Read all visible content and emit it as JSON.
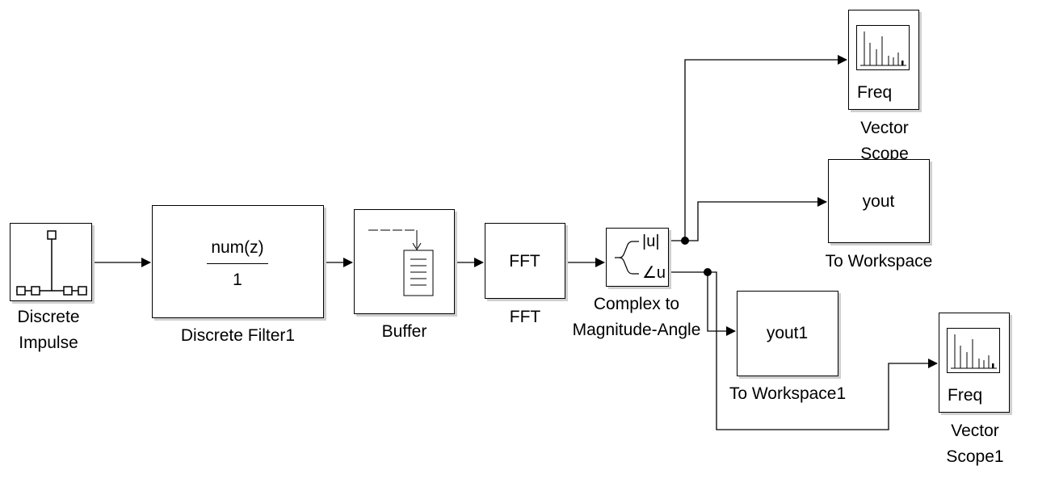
{
  "blocks": {
    "impulse": {
      "name_line1": "Discrete",
      "name_line2": "Impulse"
    },
    "filter": {
      "numerator": "num(z)",
      "denominator": "1",
      "name": "Discrete Filter1"
    },
    "buffer": {
      "name": "Buffer"
    },
    "fft": {
      "inner": "FFT",
      "name": "FFT"
    },
    "complex": {
      "port_mag": "|u|",
      "port_angle": "∠u",
      "name_line1": "Complex to",
      "name_line2": "Magnitude-Angle"
    },
    "vscope": {
      "inner": "Freq",
      "name_line1": "Vector",
      "name_line2": "Scope"
    },
    "toworkspace": {
      "inner": "yout",
      "name": "To Workspace"
    },
    "toworkspace1": {
      "inner": "yout1",
      "name": "To Workspace1"
    },
    "vscope1": {
      "inner": "Freq",
      "name_line1": "Vector",
      "name_line2": "Scope1"
    }
  },
  "colors": {
    "line": "#000000",
    "shadow": "#cfcfcf"
  }
}
